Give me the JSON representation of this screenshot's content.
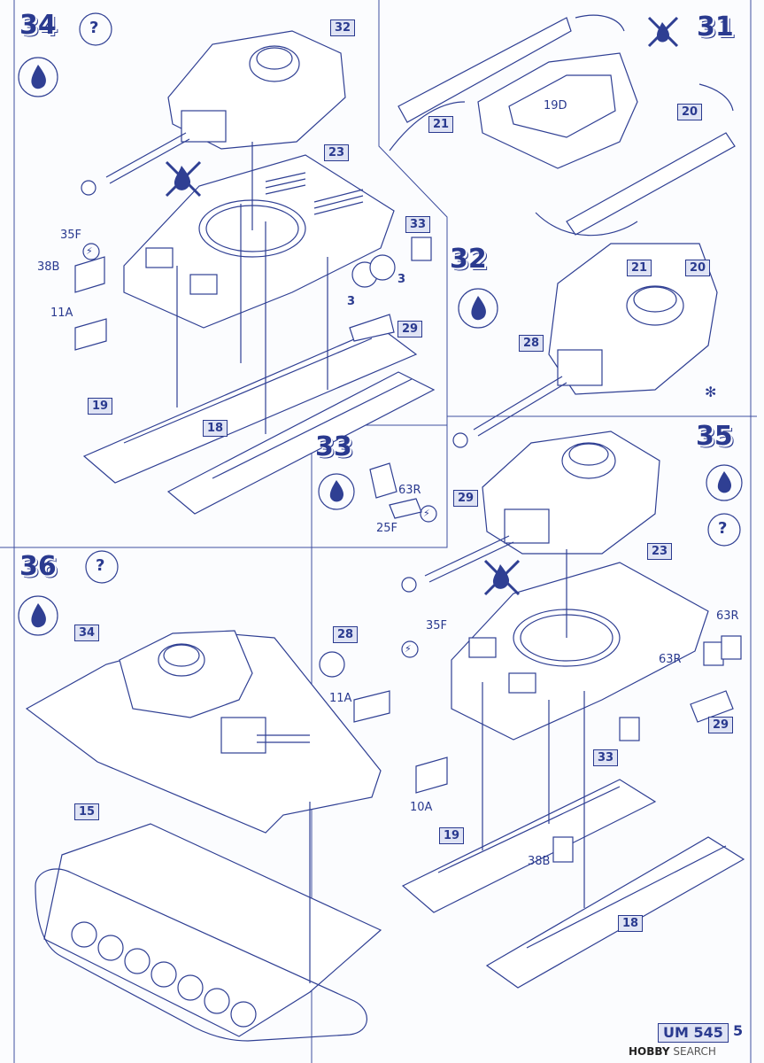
{
  "steps": {
    "s34": {
      "number": "34"
    },
    "s31": {
      "number": "31"
    },
    "s32": {
      "number": "32"
    },
    "s33": {
      "number": "33"
    },
    "s35": {
      "number": "35"
    },
    "s36": {
      "number": "36"
    }
  },
  "labels": {
    "p32_top": "32",
    "p23_a": "23",
    "p33_a": "33",
    "p3_a": "3",
    "p3_b": "3",
    "p29_a": "29",
    "p19_a": "19",
    "p18_a": "18",
    "p21": "21",
    "p20": "20",
    "p21_b": "21",
    "p20_b": "20",
    "p28_a": "28",
    "p29_b": "29",
    "p23_b": "23",
    "p28_b": "28",
    "p29_c": "29",
    "p33_b": "33",
    "p19_b": "19",
    "p18_b": "18",
    "p34": "34",
    "p15": "15"
  },
  "texts": {
    "t35f_a": "35F",
    "t38b_a": "38B",
    "t11a_a": "11A",
    "t19d": "19D",
    "t63r_a": "63R",
    "t25f": "25F",
    "t35f_b": "35F",
    "t11a_b": "11A",
    "t10a": "10A",
    "t38b_b": "38B",
    "t63r_b": "63R",
    "t63r_c": "63R",
    "asterisk": "✻"
  },
  "symbols": {
    "question": "?",
    "zigzag": "⚡"
  },
  "footer": {
    "code": "UM 545",
    "page": "5",
    "watermark_brand": "HOBBY",
    "watermark_rest": " SEARCH"
  },
  "colors": {
    "ink": "#2f3f93",
    "label_fill": "#dfe3f4"
  }
}
